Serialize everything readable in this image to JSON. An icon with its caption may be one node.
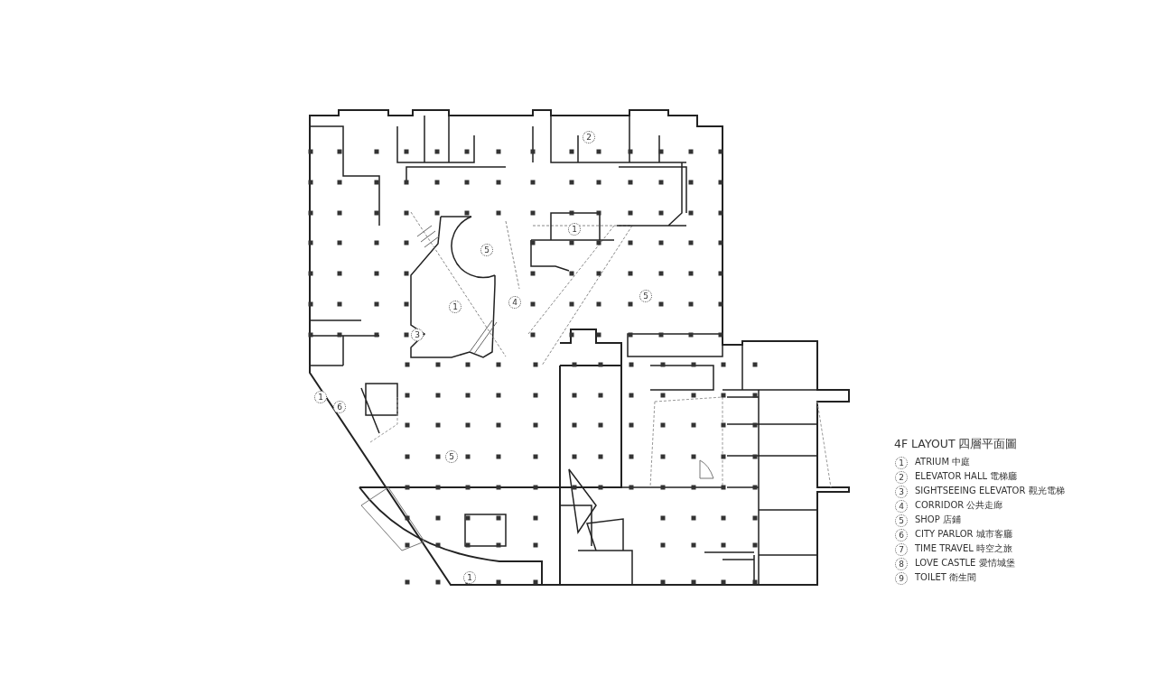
{
  "diagram": {
    "title": "4F LAYOUT 四層平面圖",
    "labels": [
      "2",
      "1",
      "5",
      "5",
      "4",
      "1",
      "3",
      "1",
      "6",
      "5",
      "1",
      "1",
      "ATRIUM 中庭",
      "2",
      "ELEVATOR HALL 電梯廳",
      "3",
      "SIGHTSEEING ELEVATOR 觀光電梯",
      "4",
      "CORRIDOR 公共走廊",
      "5",
      "SHOP 店鋪",
      "6",
      "CITY PARLOR 城市客廳",
      "7",
      "TIME TRAVEL 時空之旅",
      "8",
      "LOVE CASTLE 愛情城堡",
      "9",
      "TOILET 衛生間"
    ]
  }
}
